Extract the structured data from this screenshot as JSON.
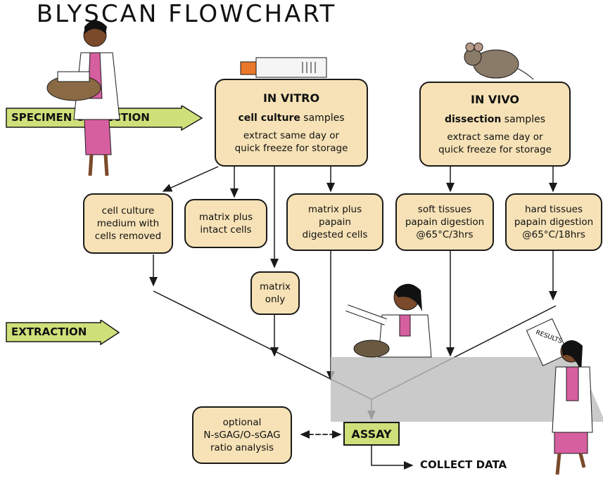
{
  "title": "BLYSCAN FLOWCHART",
  "stages": {
    "specimen_collection": "SPECIMEN COLLECTION",
    "extraction": "EXTRACTION"
  },
  "in_vitro": {
    "heading": "IN VITRO",
    "sub_bold": "cell culture",
    "sub_rest": " samples",
    "line1": "extract same day or",
    "line2": "quick freeze for storage"
  },
  "in_vivo": {
    "heading": "IN VIVO",
    "sub_bold": "dissection",
    "sub_rest": " samples",
    "line1": "extract same day or",
    "line2": "quick freeze for storage"
  },
  "samples": [
    {
      "l1": "cell culture",
      "l2": "medium with",
      "l3": "cells removed"
    },
    {
      "l1": "matrix plus",
      "l2": "intact cells"
    },
    {
      "l1": "matrix",
      "l2": "only"
    },
    {
      "l1": "matrix plus",
      "l2": "papain",
      "l3": "digested cells"
    },
    {
      "l1": "soft tissues",
      "l2": "papain digestion",
      "l3": "@65°C/3hrs"
    },
    {
      "l1": "hard tissues",
      "l2": "papain digestion",
      "l3": "@65°C/18hrs"
    }
  ],
  "optional": {
    "l1": "optional",
    "l2": "N-sGAG/O-sGAG",
    "l3": "ratio analysis"
  },
  "assay": "ASSAY",
  "collect": "COLLECT DATA",
  "results_paper": "RESULTS",
  "colors": {
    "box_fill": "#f6e2b6",
    "label_fill": "#cfe07a",
    "outline": "#1a1a1a"
  },
  "illustrations": [
    "woman-with-basket",
    "culture-flask",
    "mouse",
    "woman-with-mortar",
    "woman-with-results"
  ]
}
